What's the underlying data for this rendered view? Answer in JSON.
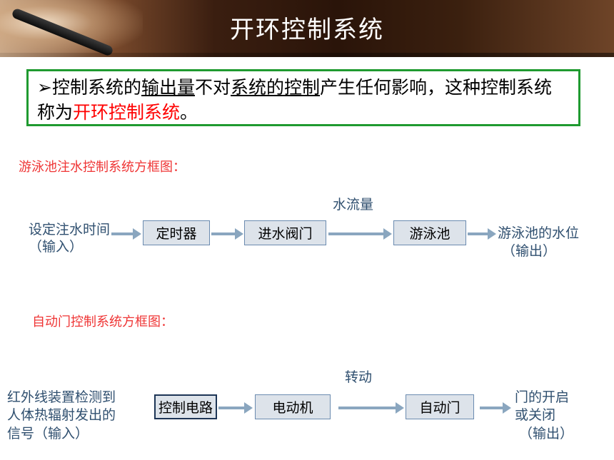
{
  "header": {
    "title": "开环控制系统"
  },
  "definition": {
    "bullet": "➢",
    "p1": "控制系统的",
    "p2": "输出量",
    "p3": "不对",
    "p4": "系统的控制",
    "p5": "产生任何影响，这种控制系统称为",
    "p6": "开环控制系统",
    "p7": "。"
  },
  "pool_diagram": {
    "caption": "游泳池注水控制系统方框图：",
    "input_line1": "设定注水时间",
    "input_line2": "（输入）",
    "block1": "定时器",
    "block2": "进水阀门",
    "flow_label": "水流量",
    "block3": "游泳池",
    "output_line1": "游泳池的水位",
    "output_line2": "（输出）"
  },
  "door_diagram": {
    "caption": "自动门控制系统方框图：",
    "input_line1": "红外线装置检测到",
    "input_line2": "人体热辐射发出的",
    "input_line3": "信号（输入）",
    "block1": "控制电路",
    "block2": "电动机",
    "rotation_label": "转动",
    "block3": "自动门",
    "output_line1": "门的开启",
    "output_line2": "或关闭",
    "output_line3": "（输出）"
  }
}
